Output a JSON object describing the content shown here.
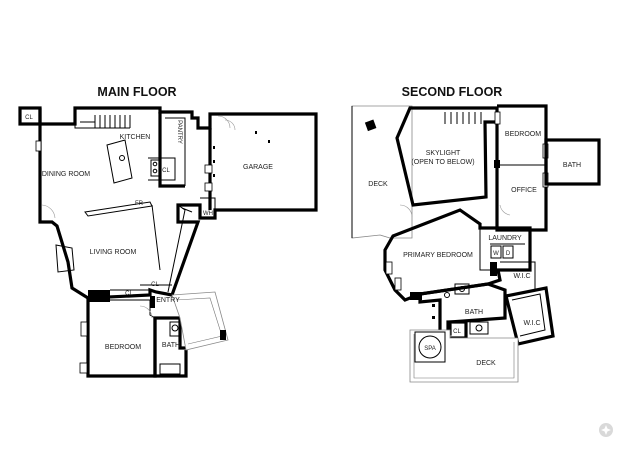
{
  "floors": {
    "main": {
      "title": "MAIN FLOOR",
      "rooms": {
        "cl_top": "CL",
        "kitchen": "KITCHEN",
        "pantry": "PANTRY",
        "dining": "DINING ROOM",
        "cl_kitchen": "CL",
        "garage": "GARAGE",
        "fr": "FR",
        "wh": "WH",
        "living": "LIVING ROOM",
        "cl_hall_1": "CL",
        "cl_hall_2": "CL",
        "entry": "ENTRY",
        "bedroom": "BEDROOM",
        "bath": "BATH"
      }
    },
    "second": {
      "title": "SECOND FLOOR",
      "rooms": {
        "deck_left": "DECK",
        "skylight": "SKYLIGHT",
        "skylight_note": "(OPEN TO BELOW)",
        "bedroom": "BEDROOM",
        "bath_right": "BATH",
        "office": "OFFICE",
        "laundry": "LAUNDRY",
        "w": "W",
        "d": "D",
        "primary": "PRIMARY BEDROOM",
        "wic_1": "W.I.C",
        "bath_mid": "BATH",
        "wic_2": "W.I.C",
        "cl": "CL",
        "spa": "SPA",
        "deck_bottom": "DECK"
      }
    }
  },
  "icons": [
    "compass-icon"
  ]
}
